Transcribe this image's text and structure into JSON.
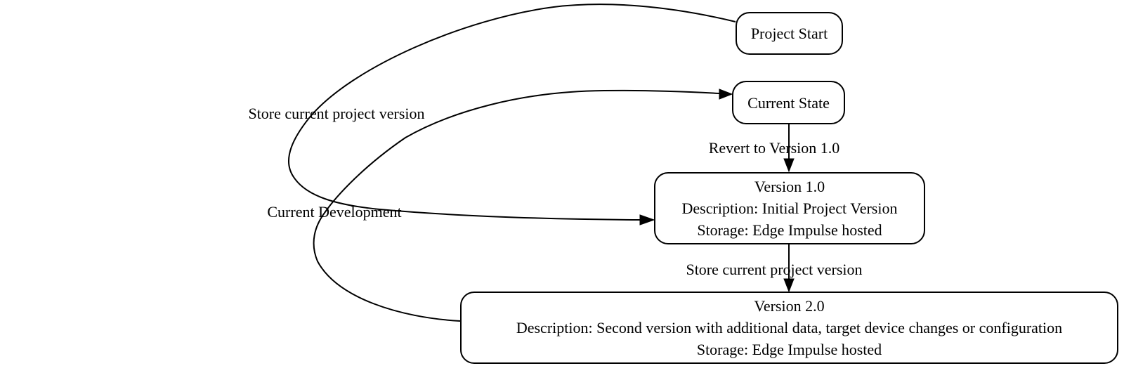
{
  "diagram": {
    "background_color": "#ffffff",
    "stroke_color": "#000000",
    "text_color": "#000000",
    "nodes": [
      {
        "id": "project-start",
        "lines": [
          "Project Start"
        ]
      },
      {
        "id": "current-state",
        "lines": [
          "Current State"
        ]
      },
      {
        "id": "version-1",
        "lines": [
          "Version 1.0",
          "Description: Initial Project Version",
          "Storage: Edge Impulse hosted"
        ]
      },
      {
        "id": "version-2",
        "lines": [
          "Version 2.0",
          "Description: Second version with additional data, target device changes or configuration",
          "Storage: Edge Impulse hosted"
        ]
      }
    ],
    "edges": [
      {
        "from": "Project Start",
        "to": "Version 1.0",
        "label": "Store current project version"
      },
      {
        "from": "Version 2.0",
        "to": "Current State",
        "label": "Current Development"
      },
      {
        "from": "Current State",
        "to": "Version 1.0",
        "label": "Revert to Version 1.0"
      },
      {
        "from": "Version 1.0",
        "to": "Version 2.0",
        "label": "Store current project version"
      }
    ]
  }
}
